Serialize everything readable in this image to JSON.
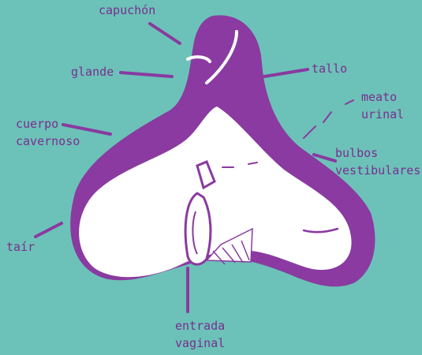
{
  "colors": {
    "background": "#6cc2b8",
    "purple": "#8a3aa0",
    "label": "#7a2e90",
    "white": "#ffffff"
  },
  "labels": {
    "capuchon": "capuchón",
    "glande": "glande",
    "tallo": "tallo",
    "meato": [
      "meato",
      "urinal"
    ],
    "cuerpo": [
      "cuerpo",
      "cavernoso"
    ],
    "bulbos": [
      "bulbos",
      "vestibulares"
    ],
    "tair": "taír",
    "entrada": [
      "entrada",
      "vaginal"
    ]
  }
}
